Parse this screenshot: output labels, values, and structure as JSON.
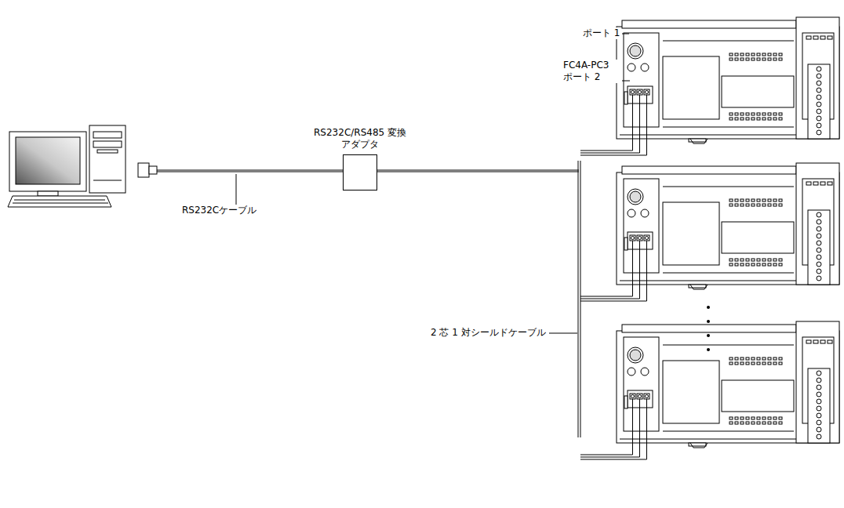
{
  "diagram": {
    "nodes": [
      {
        "text": [
          "RS232C/RS485 変換アダプタ"
        ]
      }
    ],
    "labels": [
      "ポート 1",
      "FC4A-PC3 ポート 2",
      "RS232Cケーブル",
      "2 芯 1 対シールドケーブル"
    ]
  }
}
